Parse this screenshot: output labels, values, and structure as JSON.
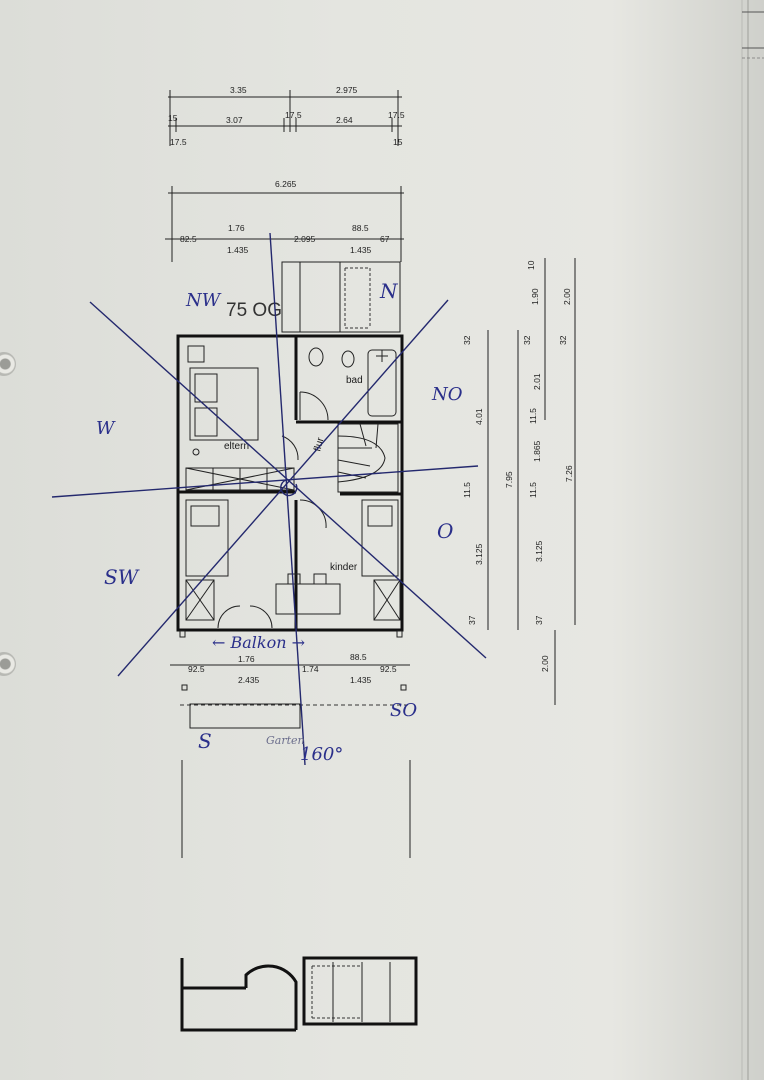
{
  "drawing": {
    "top_dims_row1": [
      "3.35",
      "2.975"
    ],
    "top_dims_row2": [
      "15",
      "3.07",
      "17.5",
      "2.64",
      "17.5"
    ],
    "top_dims_row2_lower": [
      "17.5",
      "15"
    ],
    "overall_width": "6.265",
    "upper_dims_row": [
      "82.5",
      "1.76",
      "2.095",
      "88.5",
      "67"
    ],
    "upper_dims_row_lower": [
      "1.435",
      "1.435"
    ],
    "floor_label": "75 OG",
    "rooms": {
      "schlafen": "eltern",
      "bad": "bad",
      "flur": "flur",
      "kinder": "kinder"
    },
    "bottom_dims_row": [
      "92.5",
      "1.76",
      "1.74",
      "88.5",
      "92.5"
    ],
    "bottom_dims_row_lower": [
      "2.435",
      "1.435"
    ],
    "right_dims_col1": [
      "32",
      "4.01",
      "11.5",
      "3.125",
      "37"
    ],
    "right_dims_col2": [
      "32",
      "2.01",
      "11.5",
      "1.865",
      "11.5",
      "3.125",
      "37"
    ],
    "right_dims_col3": [
      "10",
      "1.90",
      "32"
    ],
    "right_dims_col4": [
      "2.00"
    ],
    "right_totals": [
      "7.95",
      "7.26"
    ],
    "right_lower_dim": "2.00"
  },
  "handwriting": {
    "nw": "NW",
    "n": "N",
    "no": "NO",
    "w": "W",
    "o": "O",
    "sw": "SW",
    "s": "S",
    "so": "SO",
    "balkon": "← Balkon →",
    "garten": "Garten",
    "angle": "160°"
  }
}
